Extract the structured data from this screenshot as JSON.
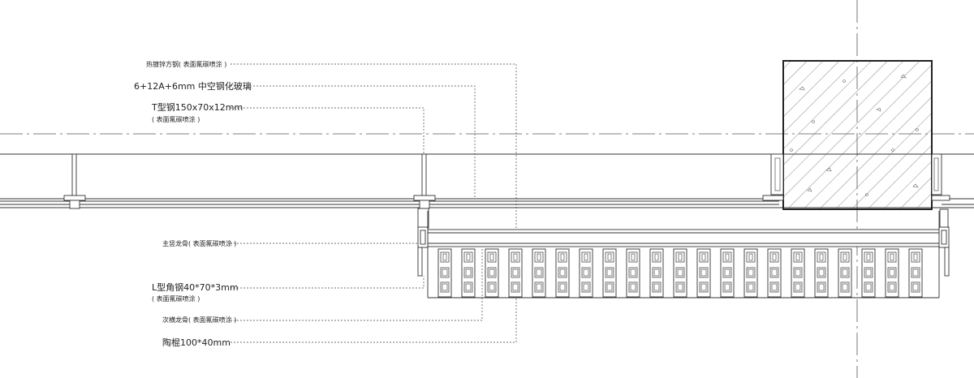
{
  "annotations": [
    {
      "id": "rhs",
      "main": "热镀锌方钢",
      "note": "( 表面氟碳喷涂 )"
    },
    {
      "id": "glass",
      "main": "6+12A+6mm 中空钢化玻璃",
      "note": ""
    },
    {
      "id": "tbar",
      "main": "T型钢150x70x12mm",
      "note": "( 表面氟碳喷涂 )"
    },
    {
      "id": "main-keel",
      "main": "主竖龙骨",
      "note": "( 表面氟碳喷涂 )"
    },
    {
      "id": "angle",
      "main": "L型角钢40*70*3mm",
      "note": "( 表面氟碳喷涂 )"
    },
    {
      "id": "sub-keel",
      "main": "次横龙骨",
      "note": "( 表面氟碳喷涂 )"
    },
    {
      "id": "terracotta",
      "main": "陶棍100*40mm",
      "note": ""
    }
  ],
  "colors": {
    "line": "#333333",
    "hatch": "#555555",
    "panel": "#ffffff"
  }
}
